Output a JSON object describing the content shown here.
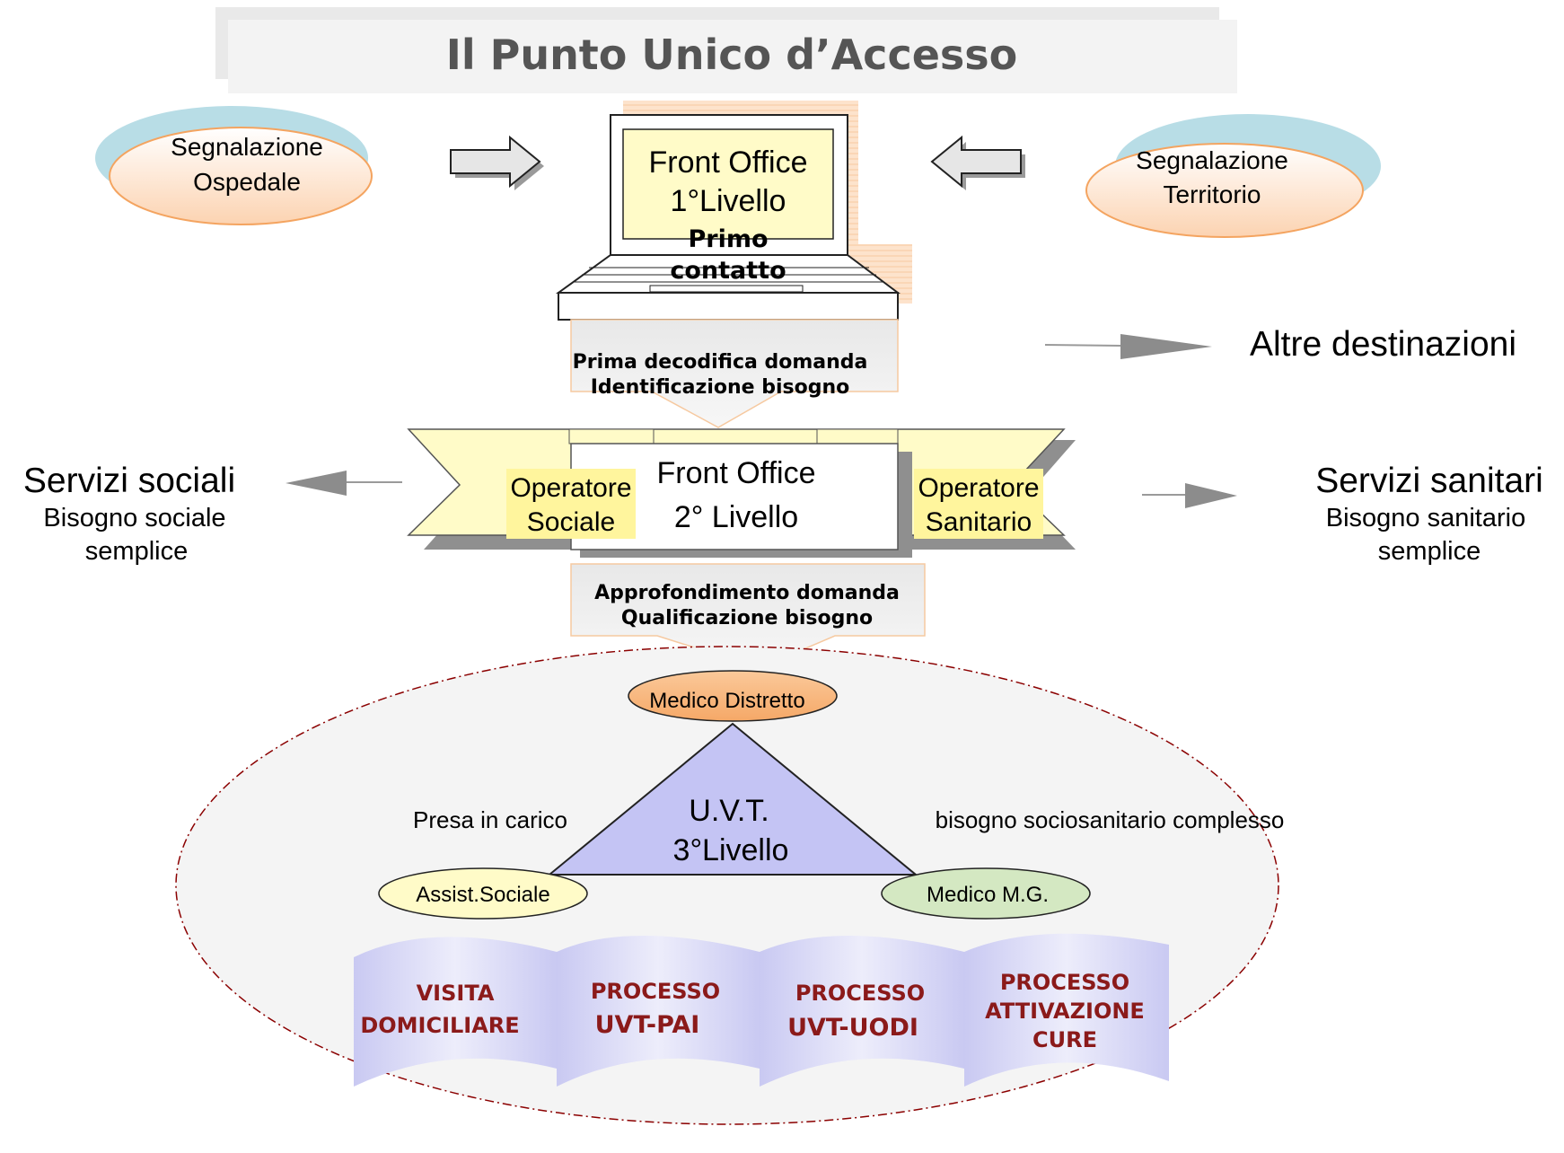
{
  "title": "Il Punto Unico d’Accesso",
  "sources": {
    "ospedale": [
      "Segnalazione",
      "Ospedale"
    ],
    "territorio": [
      "Segnalazione",
      "Territorio"
    ]
  },
  "front_office_1": {
    "lines": [
      "Front Office",
      "1°Livello"
    ],
    "sub": [
      "Primo",
      "contatto"
    ]
  },
  "step_1": [
    "Prima decodifica  domanda",
    "Identificazione bisogno"
  ],
  "other_destinations": "Altre destinazioni",
  "front_office_2": {
    "lines": [
      "Front Office",
      "2° Livello"
    ],
    "operatore_sociale": [
      "Operatore",
      "Sociale"
    ],
    "operatore_sanitario": [
      "Operatore",
      "Sanitario"
    ]
  },
  "servizi_sociali": {
    "title": "Servizi sociali",
    "sub": [
      "Bisogno sociale",
      "semplice"
    ]
  },
  "servizi_sanitari": {
    "title": "Servizi sanitari",
    "sub": [
      "Bisogno sanitario",
      "semplice"
    ]
  },
  "step_2": [
    "Approfondimento   domanda",
    "Qualificazione bisogno"
  ],
  "uvt": {
    "medico_distretto": "Medico Distretto",
    "title": [
      "U.V.T.",
      "3°Livello"
    ],
    "assist_sociale": "Assist.Sociale",
    "medico_mg": "Medico M.G.",
    "left_label": "Presa in carico",
    "right_label": "bisogno  sociosanitario complesso"
  },
  "processes": [
    [
      "VISITA",
      "DOMICILIARE"
    ],
    [
      "PROCESSO",
      "UVT-PAI"
    ],
    [
      "PROCESSO",
      "UVT-UODI"
    ],
    [
      "PROCESSO",
      "ATTIVAZIONE",
      "CURE"
    ]
  ],
  "colors": {
    "orange_fill": "#fde3cc",
    "orange_stroke": "#f4a460",
    "teal_shadow": "#b8dde6",
    "yellow": "#fffbc8",
    "yellow_label": "#fff59d",
    "triangle": "#c4c4f4",
    "process_text": "#8b1a1a",
    "process_fill": "#d9d9f7"
  }
}
